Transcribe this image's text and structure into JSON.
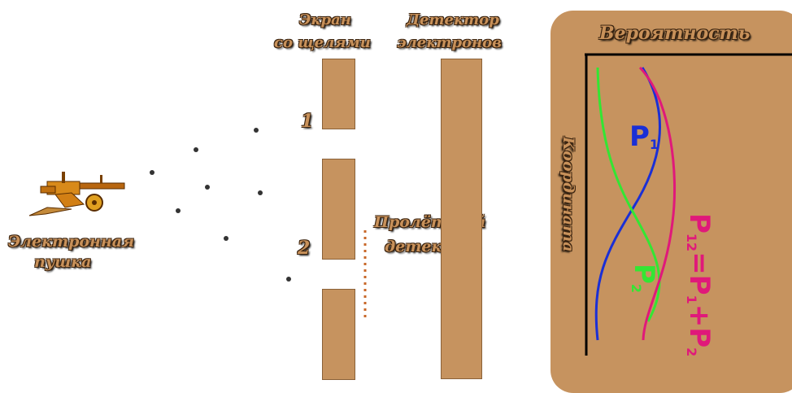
{
  "labels": {
    "screen": [
      "Экран",
      "со щелями"
    ],
    "detector": [
      "Детектор",
      "электронов"
    ],
    "gun": [
      "Электронная",
      "пушка"
    ],
    "flight_detector": [
      "Пролётный",
      "детектор"
    ],
    "slit1": "1",
    "slit2": "2"
  },
  "graph": {
    "title": "Вероятность",
    "axis_label": "Координата",
    "p1": {
      "main": "P",
      "sub": "1"
    },
    "p2": {
      "main": "P",
      "sub": "2"
    },
    "p12": {
      "a": "P",
      "sub_a": "12",
      "eq": "=P",
      "sub_b": "1",
      "plus": "+P",
      "sub_c": "2"
    }
  },
  "colors": {
    "panel": "#c6935f",
    "p1_curve": "#1a2fd6",
    "p2_curve": "#33e633",
    "p12_curve": "#e0197a",
    "label": "#c8915a"
  }
}
